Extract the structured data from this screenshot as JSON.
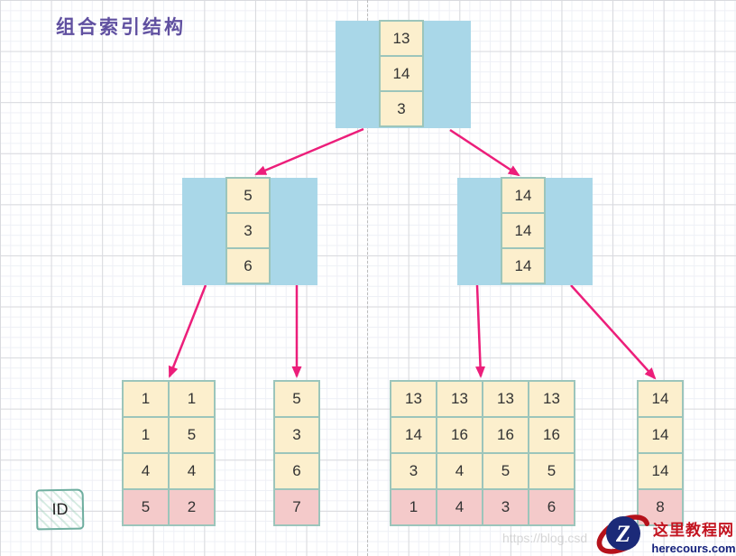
{
  "title": "组合索引结构",
  "tree": {
    "root": {
      "keys": [
        "13",
        "14",
        "3"
      ]
    },
    "left_child": {
      "keys": [
        "5",
        "3",
        "6"
      ]
    },
    "right_child": {
      "keys": [
        "14",
        "14",
        "14"
      ]
    },
    "leaves": [
      {
        "columns": 2,
        "rows": [
          [
            "1",
            "1"
          ],
          [
            "1",
            "5"
          ],
          [
            "4",
            "4"
          ],
          [
            "5",
            "2"
          ]
        ],
        "last_row_highlight": true
      },
      {
        "columns": 1,
        "rows": [
          [
            "5"
          ],
          [
            "3"
          ],
          [
            "6"
          ],
          [
            "7"
          ]
        ],
        "last_row_highlight": true
      },
      {
        "columns": 4,
        "rows": [
          [
            "13",
            "13",
            "13",
            "13"
          ],
          [
            "14",
            "16",
            "16",
            "16"
          ],
          [
            "3",
            "4",
            "5",
            "5"
          ],
          [
            "1",
            "4",
            "3",
            "6"
          ]
        ],
        "last_row_highlight": true
      },
      {
        "columns": 1,
        "rows": [
          [
            "14"
          ],
          [
            "14"
          ],
          [
            "14"
          ],
          [
            "8"
          ]
        ],
        "last_row_highlight": true
      }
    ]
  },
  "legend": {
    "id_label": "ID"
  },
  "watermark": "https://blog.csd",
  "logo": {
    "letter": "Z",
    "site_name": "这里教程网",
    "site_url": "herecours.com"
  },
  "colors": {
    "node_blue": "#a9d7e8",
    "cell_yellow": "#fcefcd",
    "cell_pink": "#f4caca",
    "cell_border_teal": "#9cc5bb",
    "arrow_pink": "#ec1e7a",
    "title_purple": "#6050a0",
    "logo_red": "#c31420",
    "logo_navy": "#15217c"
  }
}
